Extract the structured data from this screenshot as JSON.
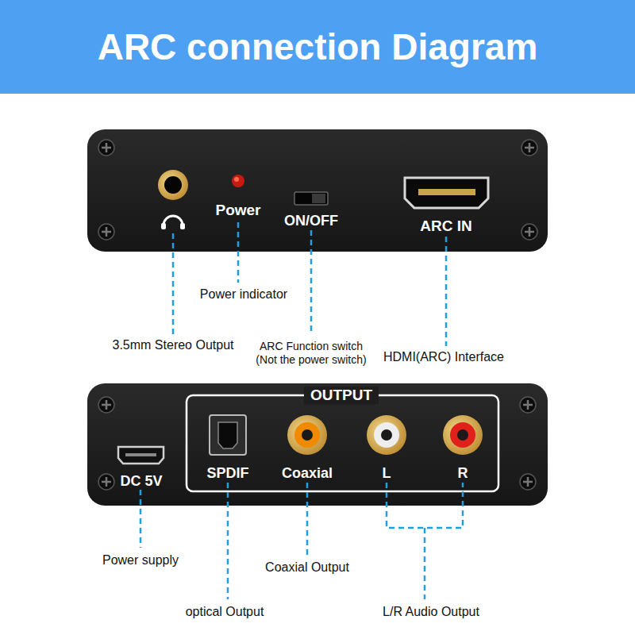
{
  "diagram": {
    "title": "ARC connection Diagram",
    "labels": [
      "Power",
      "ON/OFF",
      "ARC IN",
      "Power indicator",
      "3.5mm Stereo Output",
      "ARC Function switch",
      "(Not the power switch)",
      "HDMI(ARC) Interface",
      "OUTPUT",
      "DC 5V",
      "SPDIF",
      "Coaxial",
      "L",
      "R",
      "Power supply",
      "Coaxial Output",
      "optical Output",
      "L/R Audio Output"
    ]
  }
}
